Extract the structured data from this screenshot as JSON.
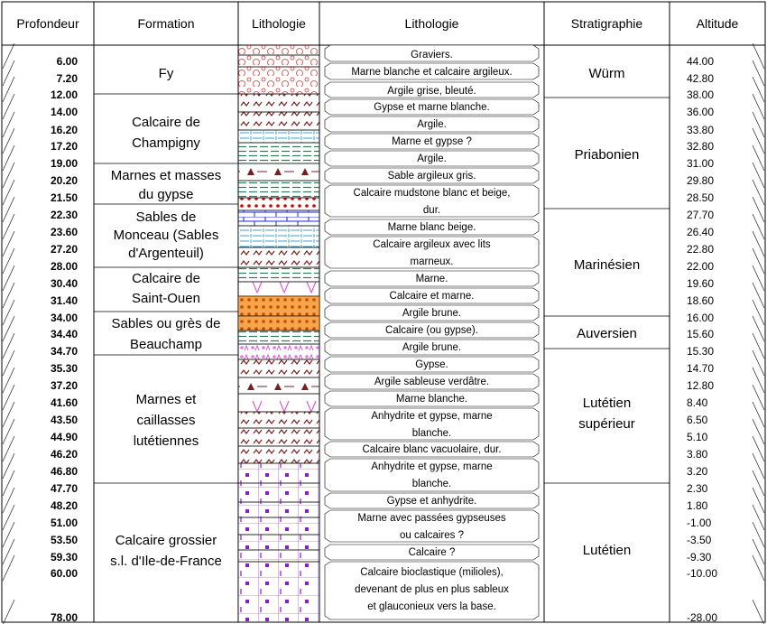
{
  "headers": {
    "depth": "Profondeur",
    "formation": "Formation",
    "lithology_pattern": "Lithologie",
    "lithology_text": "Lithologie",
    "stratigraphy": "Stratigraphie",
    "altitude": "Altitude"
  },
  "depths": [
    "6.00",
    "7.20",
    "12.00",
    "14.00",
    "16.20",
    "17.20",
    "19.00",
    "20.20",
    "21.50",
    "22.30",
    "23.60",
    "27.20",
    "28.00",
    "30.40",
    "31.40",
    "34.00",
    "34.40",
    "34.70",
    "35.30",
    "37.20",
    "41.60",
    "43.50",
    "44.90",
    "46.20",
    "46.80",
    "47.70",
    "48.20",
    "51.00",
    "53.50",
    "59.30",
    "60.00",
    "78.00"
  ],
  "altitudes": [
    "44.00",
    "42.80",
    "38.00",
    "36.00",
    "33.80",
    "32.80",
    "31.00",
    "29.80",
    "28.50",
    "27.70",
    "26.40",
    "22.80",
    "22.00",
    "19.60",
    "18.60",
    "16.00",
    "15.60",
    "15.30",
    "14.70",
    "12.80",
    "8.40",
    "6.50",
    "5.10",
    "3.80",
    "3.20",
    "2.30",
    "1.80",
    "-1.00",
    "-3.50",
    "-9.30",
    "-10.00",
    "-28.00"
  ],
  "formations": [
    {
      "lines": [
        "Fy"
      ]
    },
    {
      "lines": [
        "Calcaire de",
        "Champigny"
      ]
    },
    {
      "lines": [
        "Marnes et masses",
        "du gypse"
      ]
    },
    {
      "lines": [
        "Sables de",
        "Monceau (Sables",
        "d'Argenteuil)"
      ]
    },
    {
      "lines": [
        "Calcaire de",
        "Saint-Ouen"
      ]
    },
    {
      "lines": [
        "Sables ou grès de",
        "Beauchamp"
      ]
    },
    {
      "lines": [
        "Marnes et",
        "caillasses",
        "lutétiennes"
      ]
    },
    {
      "lines": [
        "Calcaire grossier",
        "s.l. d'Ile-de-France"
      ]
    }
  ],
  "descriptions": [
    {
      "lines": [
        "Graviers."
      ]
    },
    {
      "lines": [
        "Marne blanche et calcaire argileux."
      ]
    },
    {
      "lines": [
        "Argile grise, bleuté."
      ]
    },
    {
      "lines": [
        "Gypse et marne blanche."
      ]
    },
    {
      "lines": [
        "Argile."
      ]
    },
    {
      "lines": [
        "Marne et gypse ?"
      ]
    },
    {
      "lines": [
        "Argile."
      ]
    },
    {
      "lines": [
        "Sable argileux gris."
      ]
    },
    {
      "lines": [
        "Calcaire mudstone blanc et beige,",
        "dur."
      ]
    },
    {
      "lines": [
        "Marne blanc beige."
      ]
    },
    {
      "lines": [
        "Calcaire argileux avec lits",
        "marneux."
      ]
    },
    {
      "lines": [
        "Marne."
      ]
    },
    {
      "lines": [
        "Calcaire et marne."
      ]
    },
    {
      "lines": [
        "Argile brune."
      ]
    },
    {
      "lines": [
        "Calcaire (ou gypse)."
      ]
    },
    {
      "lines": [
        "Argile brune."
      ]
    },
    {
      "lines": [
        "Gypse."
      ]
    },
    {
      "lines": [
        "Argile sableuse verdâtre."
      ]
    },
    {
      "lines": [
        "Marne blanche."
      ]
    },
    {
      "lines": [
        "Anhydrite et gypse, marne",
        "blanche."
      ]
    },
    {
      "lines": [
        "Calcaire blanc vacuolaire, dur."
      ]
    },
    {
      "lines": [
        "Anhydrite et gypse, marne",
        "blanche."
      ]
    },
    {
      "lines": [
        "Gypse et anhydrite."
      ]
    },
    {
      "lines": [
        "Marne avec passées gypseuses",
        "ou calcaires ?"
      ]
    },
    {
      "lines": [
        "Calcaire ?"
      ]
    },
    {
      "lines": [
        "Calcaire bioclastique (milioles),",
        "devenant de plus en plus sableux",
        "et glauconieux vers la base."
      ]
    }
  ],
  "stratigraphy": [
    {
      "lines": [
        "Würm"
      ]
    },
    {
      "lines": [
        "Priabonien"
      ]
    },
    {
      "lines": [
        "Marinésien"
      ]
    },
    {
      "lines": [
        "Auversien"
      ]
    },
    {
      "lines": [
        "Lutétien",
        "supérieur"
      ]
    },
    {
      "lines": [
        "Lutétien"
      ]
    }
  ],
  "colors": {
    "gravel": "#ff2a2a",
    "marl": "#7a1f1f",
    "clay_blue": "#3aa0d8",
    "clay_green": "#2e7a5a",
    "sand_red": "#e00000",
    "limestone_blue": "#1a2ad8",
    "gypsum_pink": "#e040e0",
    "sand_orange": "#f07a10",
    "limestone_purple": "#8a1ad8"
  }
}
